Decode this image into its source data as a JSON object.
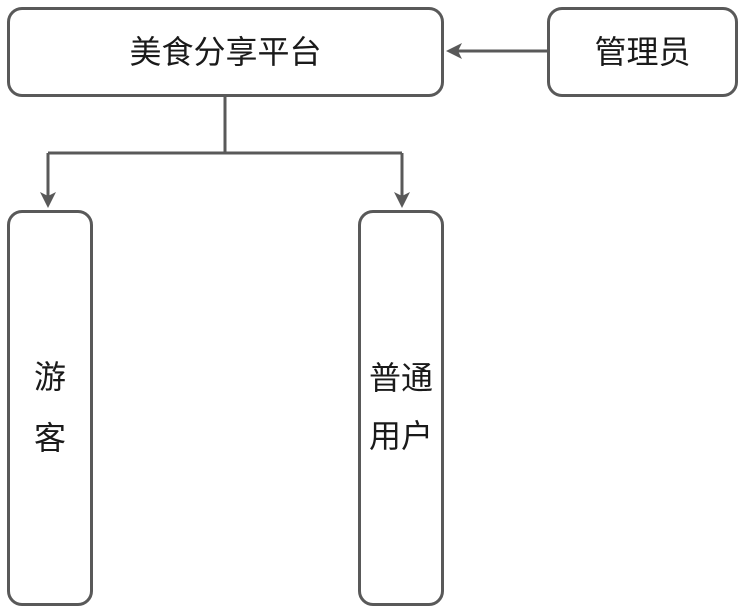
{
  "diagram": {
    "nodes": {
      "platform": "美食分享平台",
      "admin": "管理员",
      "guest": "游客",
      "user": "普通用户"
    },
    "edges": [
      {
        "from": "admin",
        "to": "platform"
      },
      {
        "from": "platform",
        "to": "guest"
      },
      {
        "from": "platform",
        "to": "user"
      }
    ],
    "colors": {
      "stroke": "#595959",
      "text": "#1a1a1a",
      "background": "#ffffff"
    }
  }
}
